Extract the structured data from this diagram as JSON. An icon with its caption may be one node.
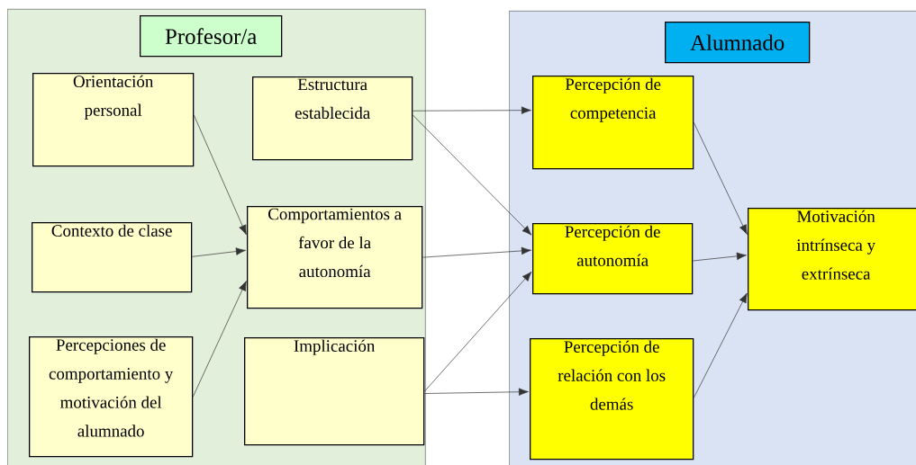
{
  "diagram": {
    "nodes": [
      {
        "text": [],
        "shape": "box"
      },
      {
        "text": [
          "Profesor/a"
        ],
        "in": 0
      },
      {
        "text": [
          "Orientación personal"
        ],
        "in": 0
      },
      {
        "text": [
          "Estructura establecida"
        ],
        "in": 0
      },
      {
        "text": [
          "Contexto de clase"
        ],
        "in": 0
      },
      {
        "text": [
          "Comportamientos a favor de la autonomía"
        ],
        "in": 0
      },
      {
        "text": [
          "Percepciones de comportamiento y motivación del alumnado"
        ],
        "in": 0
      },
      {
        "text": [
          "Implicación"
        ],
        "in": 0
      },
      {
        "text": [],
        "shape": "box"
      },
      {
        "text": [
          "Alumnado"
        ],
        "in": 8
      },
      {
        "text": [
          "Percepción de competencia"
        ],
        "in": 8
      },
      {
        "text": [
          "Percepción de autonomía"
        ],
        "in": 8
      },
      {
        "text": [
          "Motivación intrínseca y extrínseca"
        ],
        "in": 8
      },
      {
        "text": [
          "Percepción de relación con los demás"
        ],
        "in": 8
      }
    ],
    "edges": [
      {
        "from": 2,
        "to": 5,
        "arrow": "to"
      },
      {
        "from": 4,
        "to": 5,
        "arrow": "to"
      },
      {
        "from": 6,
        "to": 5,
        "arrow": "to"
      },
      {
        "from": 3,
        "to": 10,
        "arrow": "to"
      },
      {
        "from": 3,
        "to": 11,
        "arrow": "to"
      },
      {
        "from": 5,
        "to": 11,
        "arrow": "to"
      },
      {
        "from": 7,
        "to": 11,
        "arrow": "to"
      },
      {
        "from": 7,
        "to": 13,
        "arrow": "to"
      },
      {
        "from": 10,
        "to": 12,
        "arrow": "to"
      },
      {
        "from": 11,
        "to": 12,
        "arrow": "to"
      },
      {
        "from": 13,
        "to": 12,
        "arrow": "to"
      }
    ]
  }
}
